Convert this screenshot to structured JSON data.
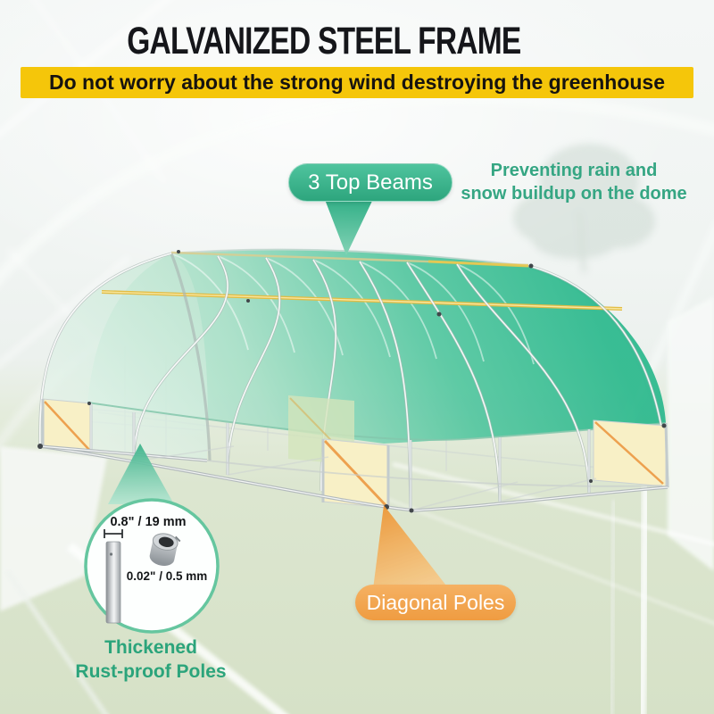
{
  "header": {
    "title": "GALVANIZED STEEL FRAME",
    "banner": "Do not worry about the strong wind destroying the greenhouse"
  },
  "callout_top_beams": {
    "label": "3 Top Beams",
    "note": [
      "Preventing rain and",
      "snow buildup on the dome"
    ]
  },
  "callout_diagonal": {
    "label": "Diagonal Poles"
  },
  "callout_poles": {
    "dim_outer": "0.8\" / 19 mm",
    "dim_thickness": "0.02\" / 0.5 mm",
    "caption": [
      "Thickened",
      "Rust-proof Poles"
    ]
  },
  "colors": {
    "banner_bg": "#F5C60A",
    "teal_accent": "#35B28A",
    "orange_accent": "#F2A24E",
    "note_green": "#35A683",
    "cover_teal": "#2FB98E",
    "beam_yellow": "#E2BC44",
    "panel_cream": "#F8F0C6",
    "frame_gray": "#C3CBCD"
  }
}
